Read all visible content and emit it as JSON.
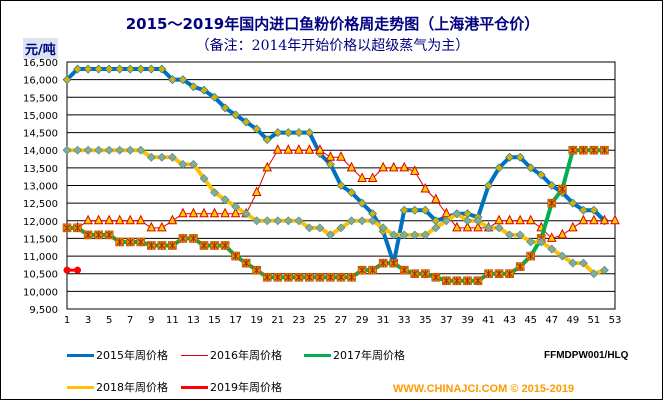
{
  "title": "2015～2019年国内进口鱼粉价格周走势图（上海港平仓价）",
  "subtitle": "（备注：2014年开始价格以超级蒸气为主）",
  "code": "FFMDPW001/HLQ",
  "footer": "WWW.CHINAJCI.COM  © 2015-2019",
  "chart_data": {
    "type": "line",
    "ylabel": "元/吨",
    "ylim": [
      9500,
      16500
    ],
    "ystep": 500,
    "xlim": [
      1,
      53
    ],
    "xticks": [
      1,
      3,
      5,
      7,
      9,
      11,
      13,
      15,
      17,
      19,
      21,
      23,
      25,
      27,
      29,
      31,
      33,
      35,
      37,
      39,
      41,
      43,
      45,
      47,
      49,
      51,
      53
    ],
    "yticks": [
      "9,500",
      "10,000",
      "10,500",
      "11,000",
      "11,500",
      "12,000",
      "12,500",
      "13,000",
      "13,500",
      "14,000",
      "14,500",
      "15,000",
      "15,500",
      "16,000",
      "16,500"
    ],
    "series": [
      {
        "name": "2015年周价格",
        "color": "#0070c0",
        "start": 1,
        "values": [
          16000,
          16300,
          16300,
          16300,
          16300,
          16300,
          16300,
          16300,
          16300,
          16300,
          16000,
          16000,
          15800,
          15700,
          15500,
          15200,
          15000,
          14800,
          14600,
          14300,
          14500,
          14500,
          14500,
          14500,
          13900,
          13600,
          13000,
          12800,
          12500,
          12200,
          11700,
          10800,
          12300,
          12300,
          12300,
          12000,
          12100,
          12200,
          12200,
          12100,
          13000,
          13500,
          13800,
          13800,
          13500,
          13300,
          13000,
          12800,
          12500,
          12300,
          12300,
          12000
        ]
      },
      {
        "name": "2016年周价格",
        "color": "#e00000",
        "start": 2,
        "values": [
          11800,
          12000,
          12000,
          12000,
          12000,
          12000,
          12000,
          11800,
          11800,
          12000,
          12200,
          12200,
          12200,
          12200,
          12200,
          12200,
          12200,
          12800,
          13500,
          14000,
          14000,
          14000,
          14000,
          14000,
          13800,
          13800,
          13500,
          13200,
          13200,
          13500,
          13500,
          13500,
          13400,
          12900,
          12600,
          12200,
          11800,
          11800,
          11800,
          11800,
          12000,
          12000,
          12000,
          12000,
          11800,
          11500,
          11600,
          11800,
          12000,
          12000,
          12000,
          12000
        ]
      },
      {
        "name": "2017年周价格",
        "color": "#00b050",
        "start": 1,
        "values": [
          11800,
          11800,
          11600,
          11600,
          11600,
          11400,
          11400,
          11400,
          11300,
          11300,
          11300,
          11500,
          11500,
          11300,
          11300,
          11300,
          11000,
          10800,
          10600,
          10400,
          10400,
          10400,
          10400,
          10400,
          10400,
          10400,
          10400,
          10400,
          10600,
          10600,
          10800,
          10800,
          10600,
          10500,
          10500,
          10400,
          10300,
          10300,
          10300,
          10300,
          10500,
          10500,
          10500,
          10700,
          11000,
          11500,
          12500,
          12900,
          14000,
          14000,
          14000,
          14000
        ]
      },
      {
        "name": "2018年周价格",
        "color": "#ffc000",
        "start": 1,
        "values": [
          14000,
          14000,
          14000,
          14000,
          14000,
          14000,
          14000,
          14000,
          13800,
          13800,
          13800,
          13600,
          13600,
          13200,
          12800,
          12600,
          12400,
          12200,
          12000,
          12000,
          12000,
          12000,
          12000,
          11800,
          11800,
          11600,
          11800,
          12000,
          12000,
          12000,
          11800,
          11600,
          11600,
          11600,
          11600,
          11800,
          12000,
          12200,
          12000,
          12000,
          11800,
          11800,
          11600,
          11600,
          11400,
          11400,
          11200,
          11000,
          10800,
          10800,
          10500,
          10600
        ]
      },
      {
        "name": "2019年周价格",
        "color": "#ff0000",
        "start": 1,
        "values": [
          10600,
          10600
        ]
      }
    ]
  }
}
